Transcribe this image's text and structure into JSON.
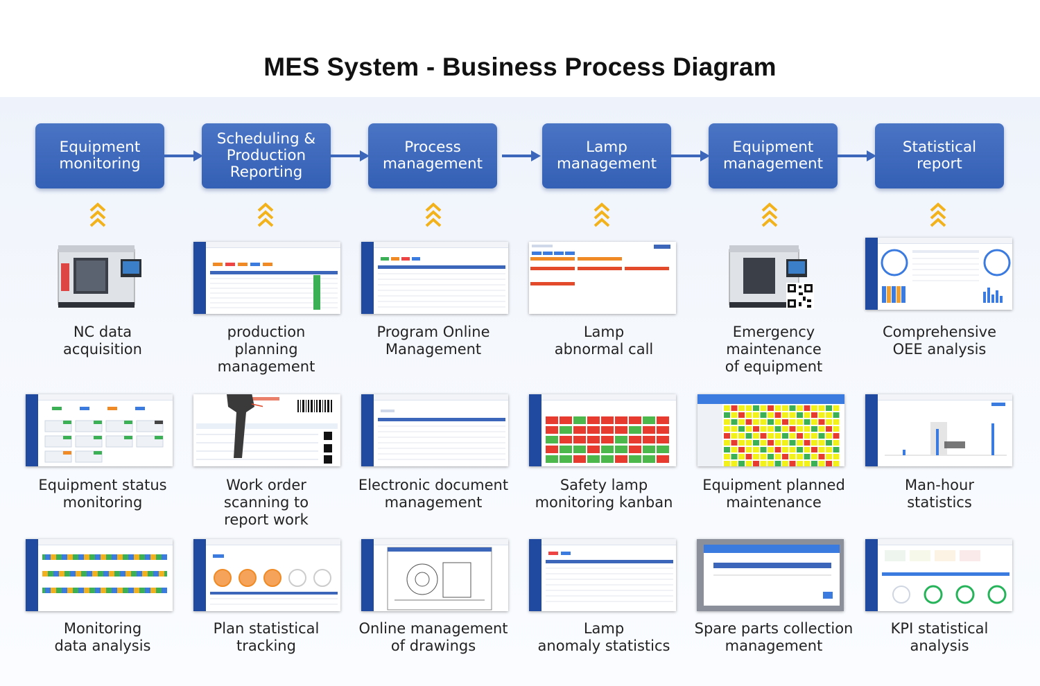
{
  "title": "MES System - Business Process Diagram",
  "stages": [
    "Equipment\nmonitoring",
    "Scheduling &\nProduction\nReporting",
    "Process\nmanagement",
    "Lamp\nmanagement",
    "Equipment\nmanagement",
    "Statistical\nreport"
  ],
  "captions": {
    "row1": [
      "NC data\nacquisition",
      "production\nplanning\nmanagement",
      "Program Online\nManagement",
      "Lamp\nabnormal call",
      "Emergency\nmaintenance\nof equipment",
      "Comprehensive\nOEE analysis"
    ],
    "row2": [
      "Equipment status\nmonitoring",
      "Work  order\nscanning to\nreport work",
      "Electronic document\nmanagement",
      "Safety lamp\nmonitoring kanban",
      "Equipment planned\nmaintenance",
      "Man-hour\nstatistics"
    ],
    "row3": [
      "Monitoring\ndata analysis",
      "Plan statistical\ntracking",
      "Online management\nof drawings",
      "Lamp\nanomaly statistics",
      "Spare parts collection\nmanagement",
      "KPI statistical\nanalysis"
    ]
  },
  "colors": {
    "stage_fill": "#3b66ba",
    "arrow": "#3b66ba",
    "chevron": "#f2b21b",
    "sidebar": "#1f4aa0"
  },
  "icons": [
    "arrow-right-icon",
    "chevron-up-double-icon",
    "cnc-machine-icon",
    "qr-code-icon",
    "barcode-scanner-icon"
  ]
}
